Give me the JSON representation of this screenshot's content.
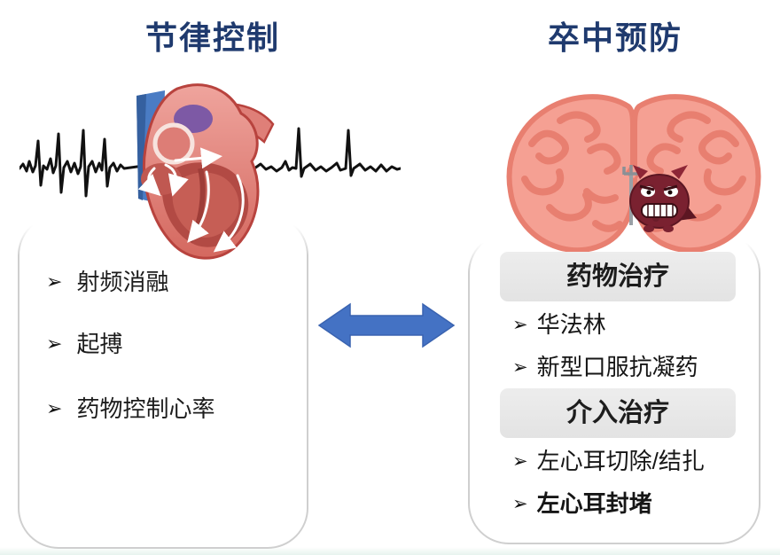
{
  "left_section": {
    "title": "节律控制",
    "bullet_marker": "➢",
    "bullets": [
      "射频消融",
      "起搏",
      "药物控制心率"
    ],
    "images": {
      "heart": "heart-cross-section-illustration",
      "ecg": "atrial-fibrillation-ecg-trace"
    }
  },
  "right_section": {
    "title": "卒中预防",
    "bullet_marker": "➢",
    "groups": [
      {
        "header": "药物治疗",
        "items": [
          {
            "label": "华法林",
            "bold": false
          },
          {
            "label": "新型口服抗凝药",
            "bold": false
          }
        ]
      },
      {
        "header": "介入治疗",
        "items": [
          {
            "label": "左心耳切除/结扎",
            "bold": false
          },
          {
            "label": "左心耳封堵",
            "bold": true
          }
        ]
      }
    ],
    "images": {
      "brain": "brain-coronal-illustration",
      "devil": "stroke-devil-cartoon"
    }
  },
  "connector": {
    "type": "double-headed-arrow",
    "color": "#4472c4"
  },
  "colors": {
    "title_text": "#1f3a6e",
    "panel_border": "#cfcfcf",
    "group_header_bg": "#e8e8e8",
    "arrow_blue": "#4472c4",
    "brain_salmon": "#f5a093",
    "heart_pink": "#e58b84",
    "vessel_blue": "#4a7cc4",
    "pulmonary_purple": "#7d59a5"
  }
}
